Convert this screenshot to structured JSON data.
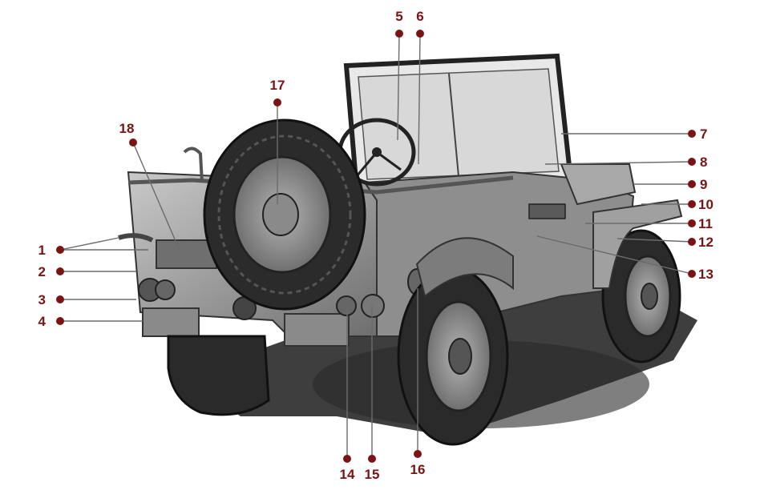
{
  "callouts": [
    {
      "id": "1",
      "label": "1"
    },
    {
      "id": "2",
      "label": "2"
    },
    {
      "id": "3",
      "label": "3"
    },
    {
      "id": "4",
      "label": "4"
    },
    {
      "id": "5",
      "label": "5"
    },
    {
      "id": "6",
      "label": "6"
    },
    {
      "id": "7",
      "label": "7"
    },
    {
      "id": "8",
      "label": "8"
    },
    {
      "id": "9",
      "label": "9"
    },
    {
      "id": "10",
      "label": "10"
    },
    {
      "id": "11",
      "label": "11"
    },
    {
      "id": "12",
      "label": "12"
    },
    {
      "id": "13",
      "label": "13"
    },
    {
      "id": "14",
      "label": "14"
    },
    {
      "id": "15",
      "label": "15"
    },
    {
      "id": "16",
      "label": "16"
    },
    {
      "id": "17",
      "label": "17"
    },
    {
      "id": "18",
      "label": "18"
    }
  ],
  "colors": {
    "callout": "#7a1414",
    "leader": "#6b6b6b",
    "body": "#9a9a9a",
    "tire": "#2b2b2b",
    "shadow": "#1a1a1a"
  }
}
